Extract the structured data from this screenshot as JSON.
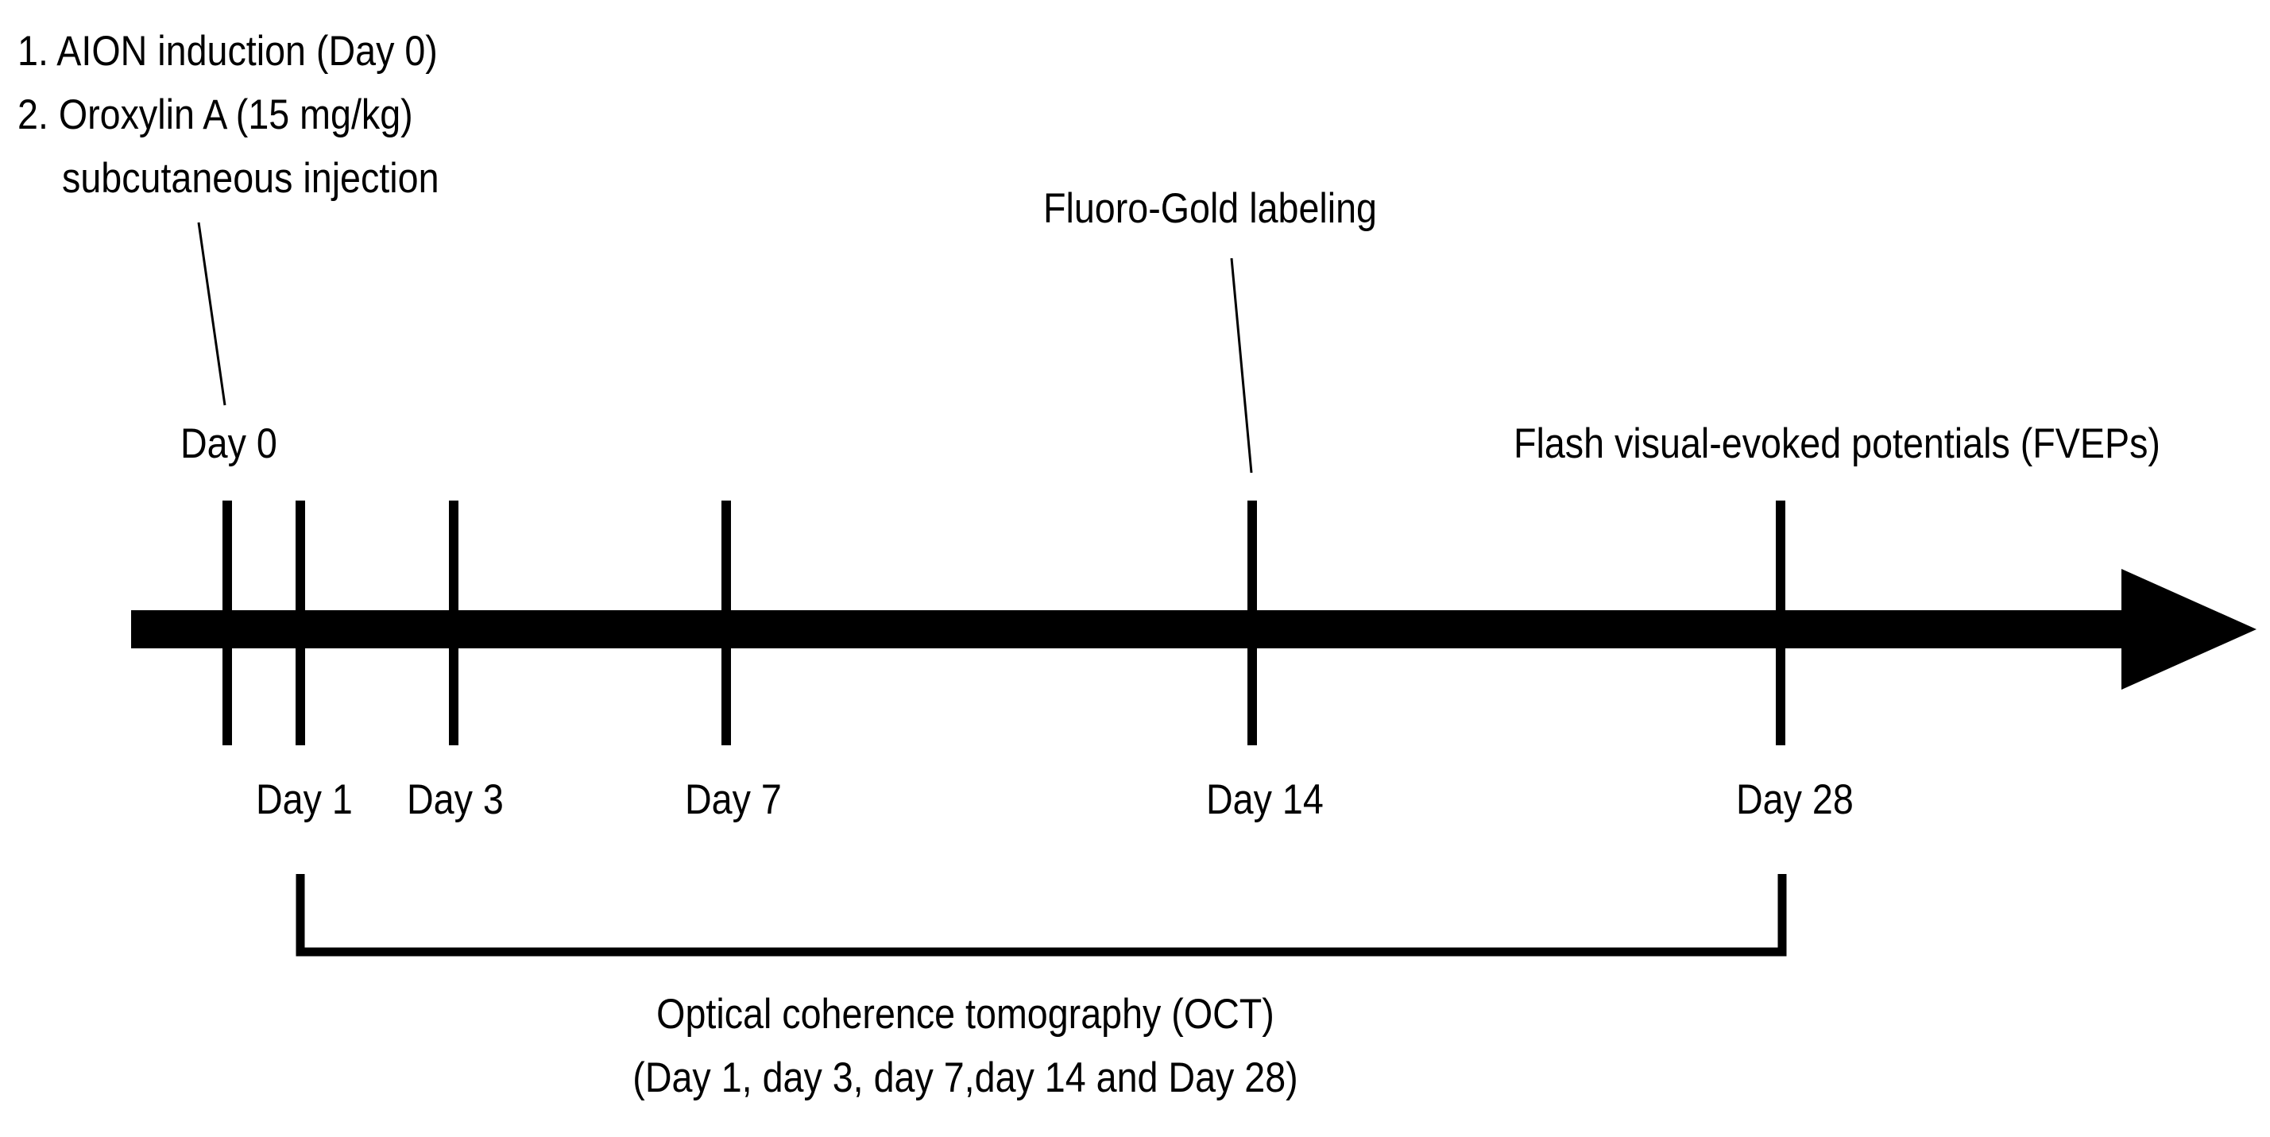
{
  "colors": {
    "ink": "#000000",
    "background": "#ffffff"
  },
  "annotations": {
    "step1": "1. AION induction (Day 0)",
    "step2": "2. Oroxylin A (15 mg/kg)",
    "step2b": "subcutaneous injection",
    "fluoro": "Fluoro-Gold labeling",
    "fveps": "Flash visual-evoked potentials (FVEPs)",
    "day0": "Day 0"
  },
  "timepoints": [
    {
      "label": ""
    },
    {
      "label": "Day 1"
    },
    {
      "label": "Day 3"
    },
    {
      "label": "Day 7"
    },
    {
      "label": "Day 14"
    },
    {
      "label": "Day 28"
    }
  ],
  "oct": {
    "line1": "Optical coherence tomography (OCT)",
    "line2": "(Day 1, day 3, day 7,day 14 and Day 28)"
  }
}
